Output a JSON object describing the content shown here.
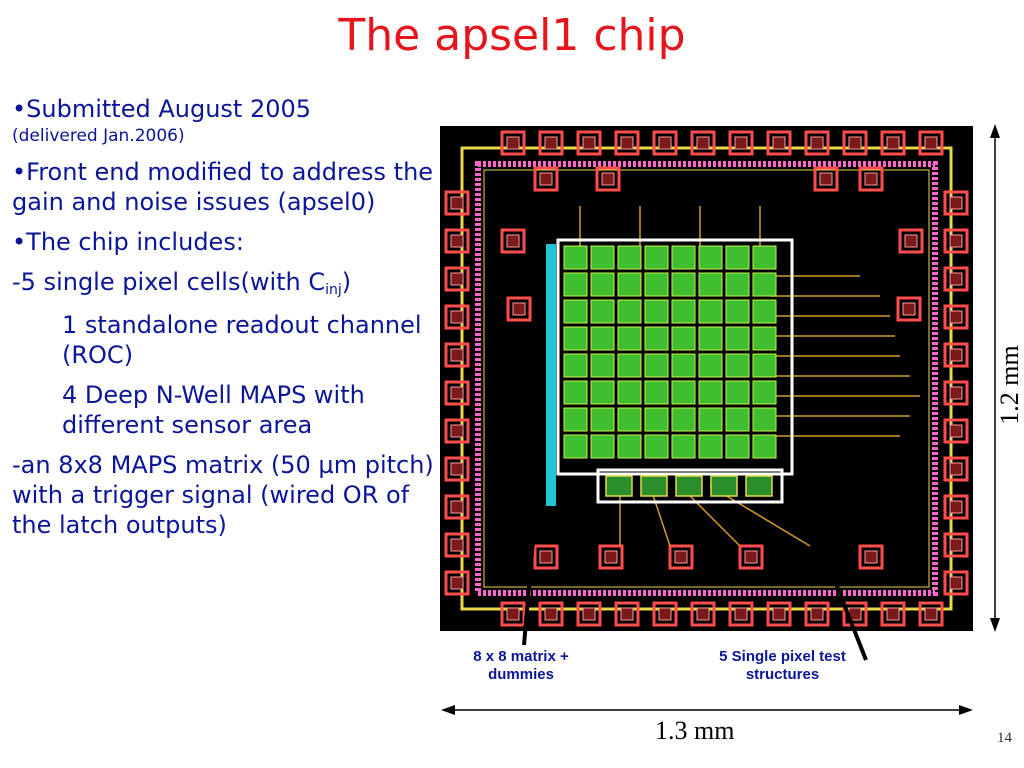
{
  "title": "The apsel1 chip",
  "bullets": {
    "b1": "•Submitted August 2005",
    "b1_sub": "(delivered Jan.2006)",
    "b2": "•Front end modified to address the gain and noise issues (apsel0)",
    "b3": "•The chip includes:",
    "b4_pre": "-5 single pixel cells(with C",
    "b4_sub": "inj",
    "b4_post": ")",
    "b5": "1 standalone readout channel (ROC)",
    "b6": "4 Deep N-Well MAPS with different sensor area",
    "b7": "-an 8x8 MAPS matrix (50 µm pitch) with a trigger signal (wired OR of the latch outputs)"
  },
  "captions": {
    "matrix": "8 x 8 matrix + dummies",
    "single": "5 Single pixel test structures"
  },
  "dimensions": {
    "height": "1.2 mm",
    "width": "1.3 mm"
  },
  "page_number": "14",
  "colors": {
    "title": "#e8141b",
    "text": "#0b1597",
    "pad": "#ff4d4d",
    "frame": "#e8d84a",
    "matrix": "#3fbf2f"
  }
}
